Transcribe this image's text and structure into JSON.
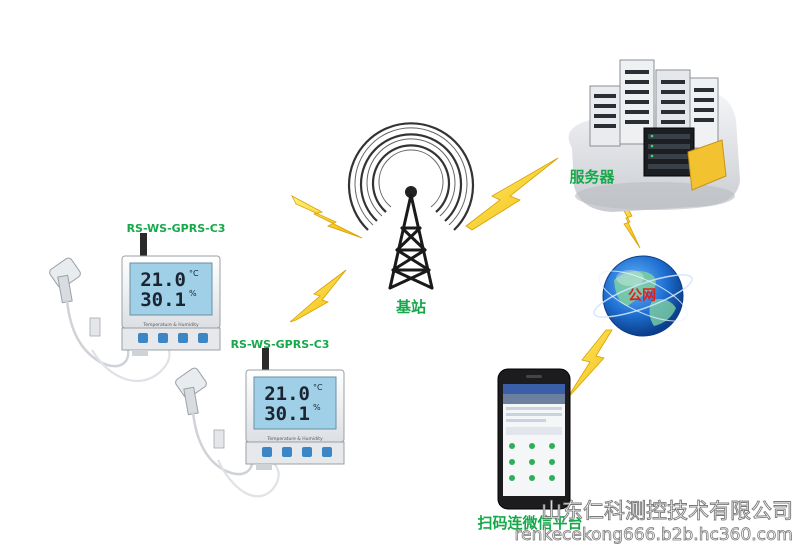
{
  "devices": [
    {
      "model": "RS-WS-GPRS-C3",
      "temperature": "21.0",
      "temp_unit": "°C",
      "humidity": "30.1",
      "humidity_unit": "%",
      "panel_caption": "Temperature & Humidity"
    },
    {
      "model": "RS-WS-GPRS-C3",
      "temperature": "21.0",
      "temp_unit": "°C",
      "humidity": "30.1",
      "humidity_unit": "%",
      "panel_caption": "Temperature & Humidity"
    }
  ],
  "labels": {
    "base_station": "基站",
    "server": "服务器",
    "internet": "公网",
    "scan_platform": "扫码连微信平台"
  },
  "watermark": {
    "company": "山东仁科测控技术有限公司",
    "site": "renkecekong666.b2b.hc360.com"
  },
  "colors": {
    "label_green": "#16a84a",
    "lightning": "#f5c400",
    "lcd": "#9fd0e8",
    "globe_ocean": "#1e6fd0",
    "globe_land": "#7ed0a0",
    "internet_text": "#e02020"
  },
  "icons": [
    "radio-tower-icon",
    "server-rack-icon",
    "globe-icon",
    "lightning-bolt-icon",
    "smartphone-icon",
    "sensor-probe-icon"
  ]
}
